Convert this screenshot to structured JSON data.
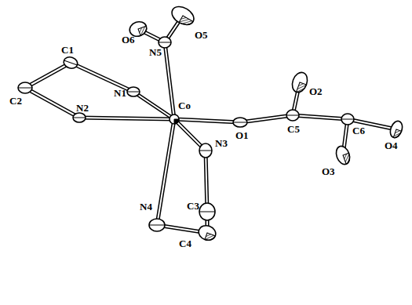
{
  "diagram": {
    "labels": [
      "O6",
      "O5",
      "N5",
      "C1",
      "N1",
      "C2",
      "N2",
      "Co",
      "O1",
      "C5",
      "O2",
      "C6",
      "O4",
      "O3",
      "N3",
      "N4",
      "C3",
      "C4"
    ]
  }
}
